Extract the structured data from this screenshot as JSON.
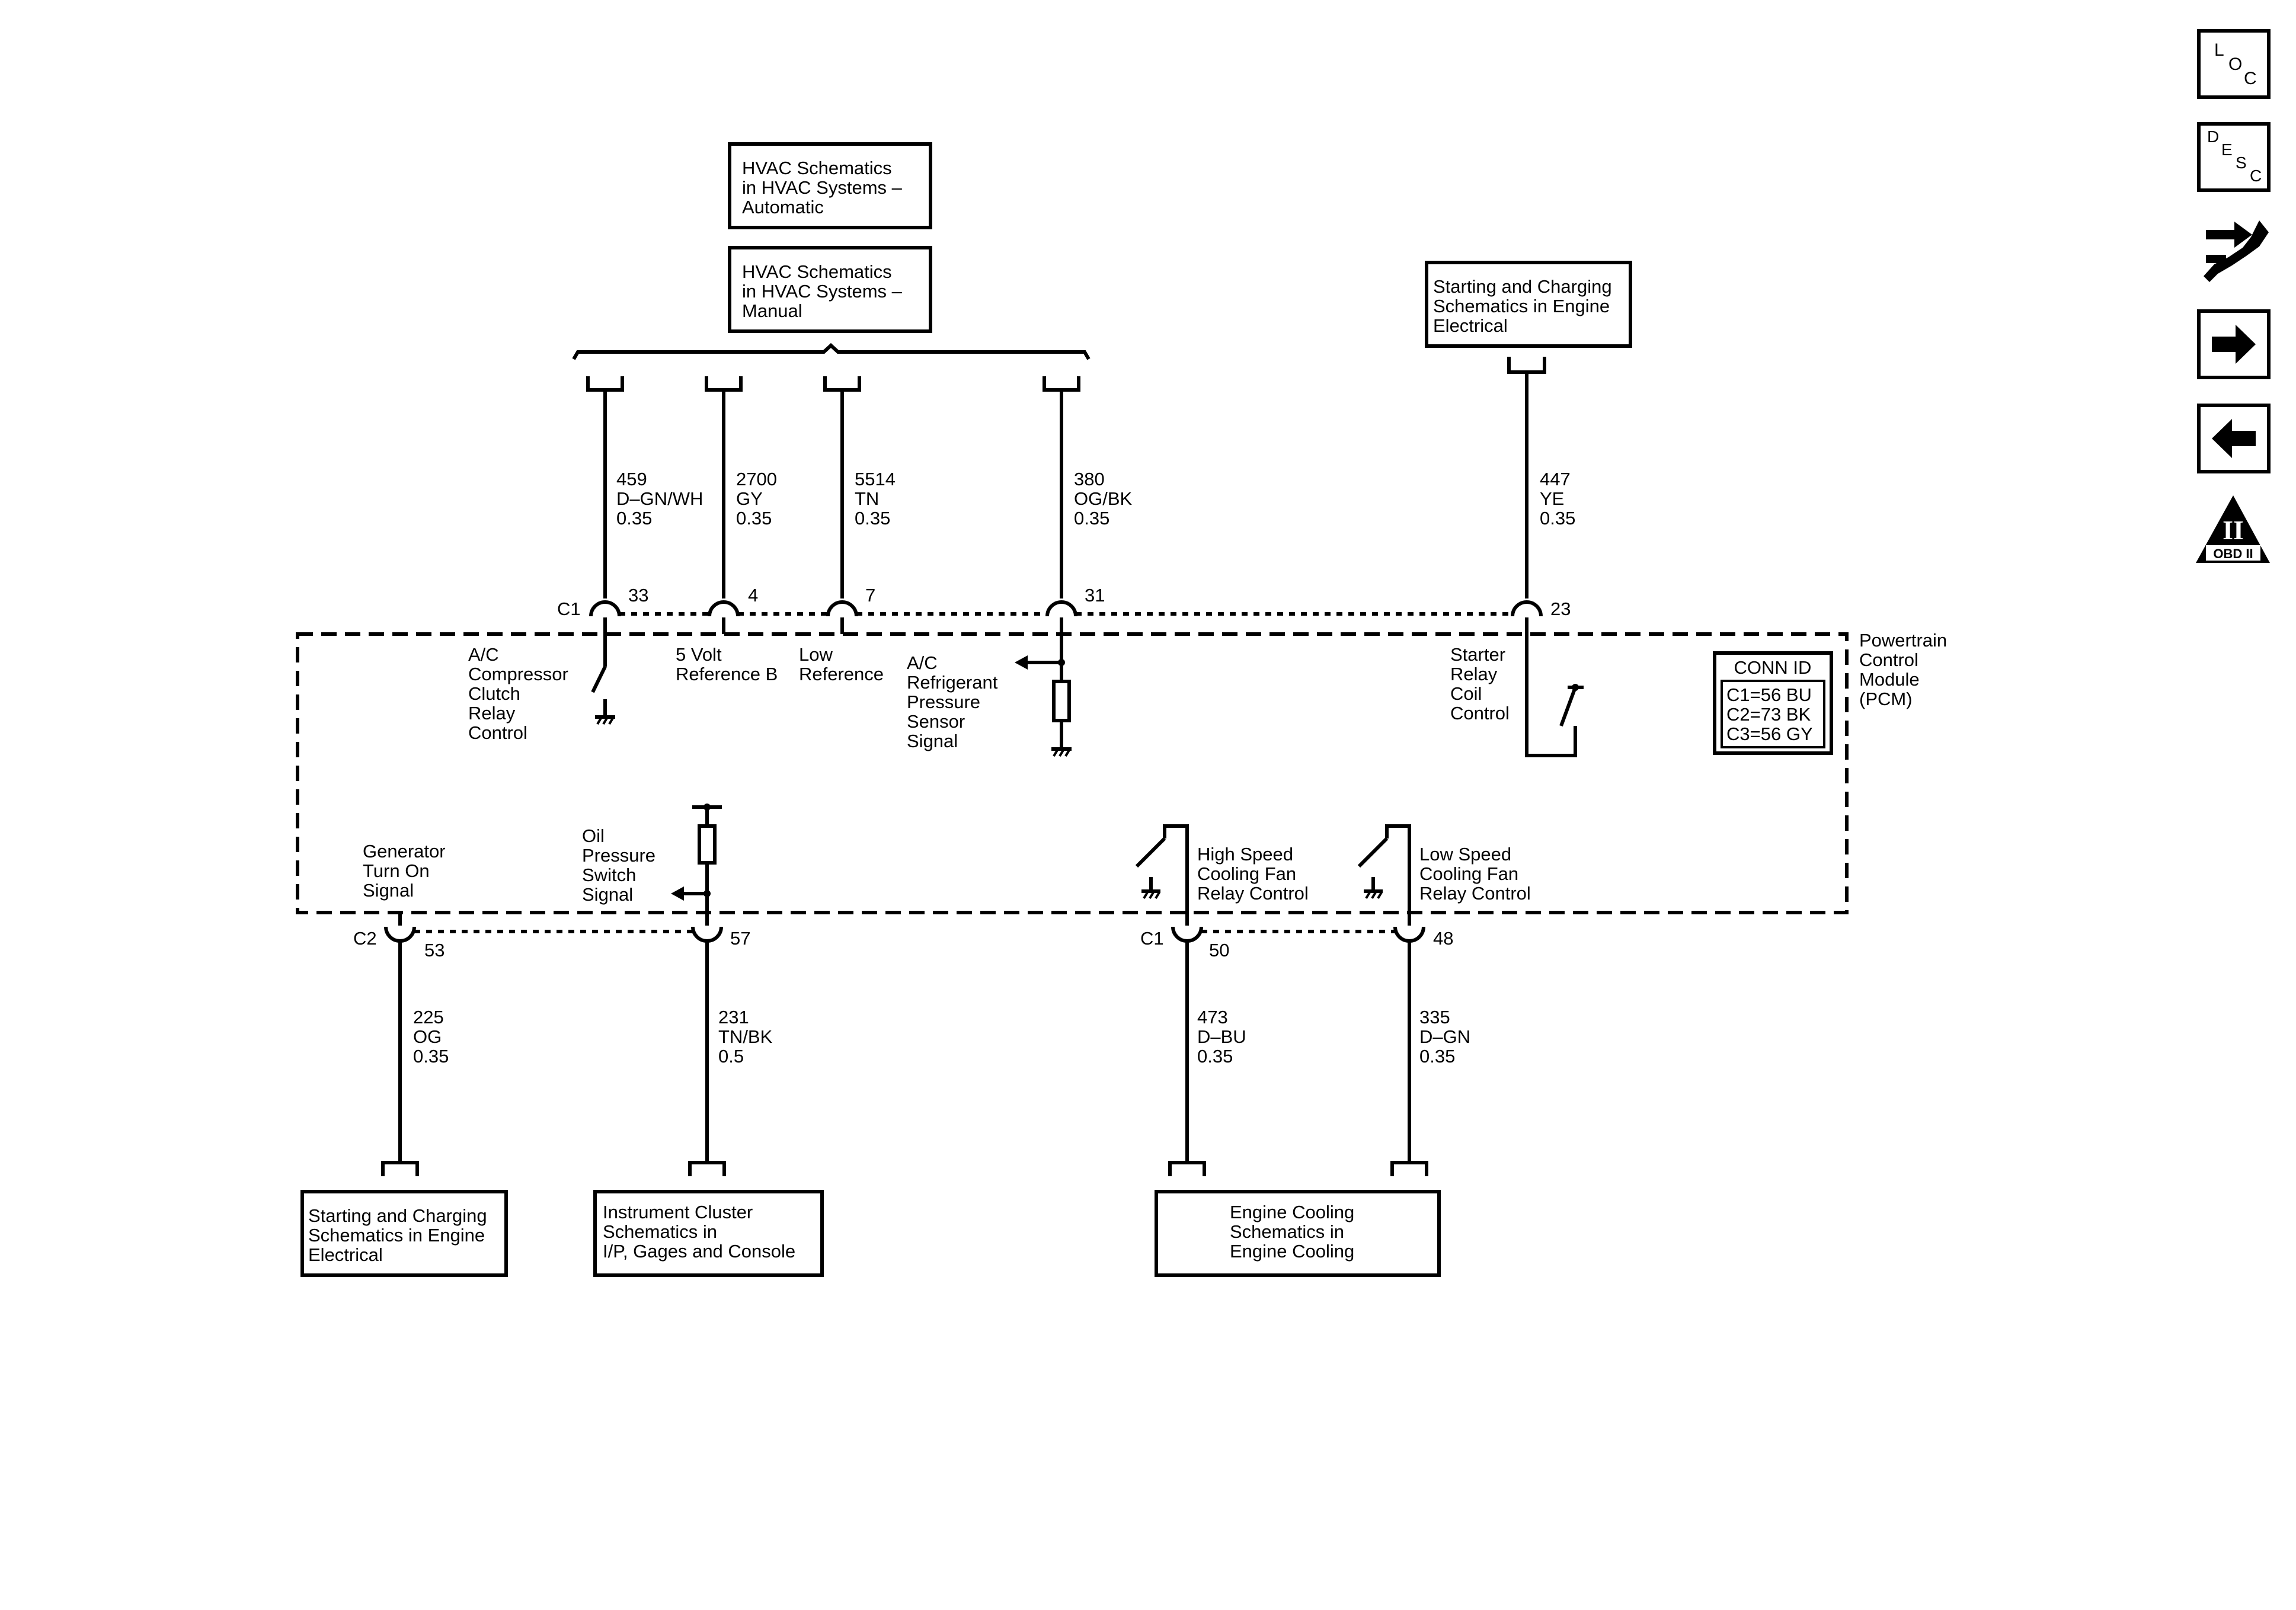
{
  "references": {
    "hvac_auto": [
      "HVAC Schematics",
      "in HVAC Systems –",
      "Automatic"
    ],
    "hvac_manual": [
      "HVAC Schematics",
      "in HVAC Systems –",
      "Manual"
    ],
    "start_charge_top": [
      "Starting and Charging",
      "Schematics in Engine",
      "Electrical"
    ],
    "start_charge_bottom": [
      "Starting and Charging",
      "Schematics in Engine",
      "Electrical"
    ],
    "instrument_cluster": [
      "Instrument Cluster",
      "Schematics in",
      "I/P, Gages and Console"
    ],
    "engine_cooling": [
      "Engine Cooling",
      "Schematics in",
      "Engine Cooling"
    ]
  },
  "wires_top": [
    {
      "circuit": "459",
      "color": "D–GN/WH",
      "gauge": "0.35"
    },
    {
      "circuit": "2700",
      "color": "GY",
      "gauge": "0.35"
    },
    {
      "circuit": "5514",
      "color": "TN",
      "gauge": "0.35"
    },
    {
      "circuit": "380",
      "color": "OG/BK",
      "gauge": "0.35"
    },
    {
      "circuit": "447",
      "color": "YE",
      "gauge": "0.35"
    }
  ],
  "wires_bottom": [
    {
      "circuit": "225",
      "color": "OG",
      "gauge": "0.35"
    },
    {
      "circuit": "231",
      "color": "TN/BK",
      "gauge": "0.5"
    },
    {
      "circuit": "473",
      "color": "D–BU",
      "gauge": "0.35"
    },
    {
      "circuit": "335",
      "color": "D–GN",
      "gauge": "0.35"
    }
  ],
  "connectors": {
    "c1_top": "C1",
    "c2": "C2",
    "c1_bottom": "C1"
  },
  "pins_top": [
    "33",
    "4",
    "7",
    "31",
    "23"
  ],
  "pins_bottom": [
    "53",
    "57",
    "50",
    "48"
  ],
  "functions": {
    "ac_clutch": [
      "A/C",
      "Compressor",
      "Clutch",
      "Relay",
      "Control"
    ],
    "five_volt": [
      "5 Volt",
      "Reference B"
    ],
    "low_ref": [
      "Low",
      "Reference"
    ],
    "ac_pressure": [
      "A/C",
      "Refrigerant",
      "Pressure",
      "Sensor",
      "Signal"
    ],
    "starter": [
      "Starter",
      "Relay",
      "Coil",
      "Control"
    ],
    "generator": [
      "Generator",
      "Turn On",
      "Signal"
    ],
    "oil_pressure": [
      "Oil",
      "Pressure",
      "Switch",
      "Signal"
    ],
    "high_fan": [
      "High Speed",
      "Cooling Fan",
      "Relay Control"
    ],
    "low_fan": [
      "Low Speed",
      "Cooling Fan",
      "Relay Control"
    ]
  },
  "module": [
    "Powertrain",
    "Control",
    "Module",
    "(PCM)"
  ],
  "conn_id": {
    "title": "CONN ID",
    "rows": [
      "C1=56 BU",
      "C2=73 BK",
      "C3=56 GY"
    ]
  },
  "nav": {
    "loc": [
      "L",
      "O",
      "C"
    ],
    "desc": [
      "D",
      "E",
      "S",
      "C"
    ],
    "obd": {
      "numeral": "II",
      "label": "OBD II"
    }
  }
}
